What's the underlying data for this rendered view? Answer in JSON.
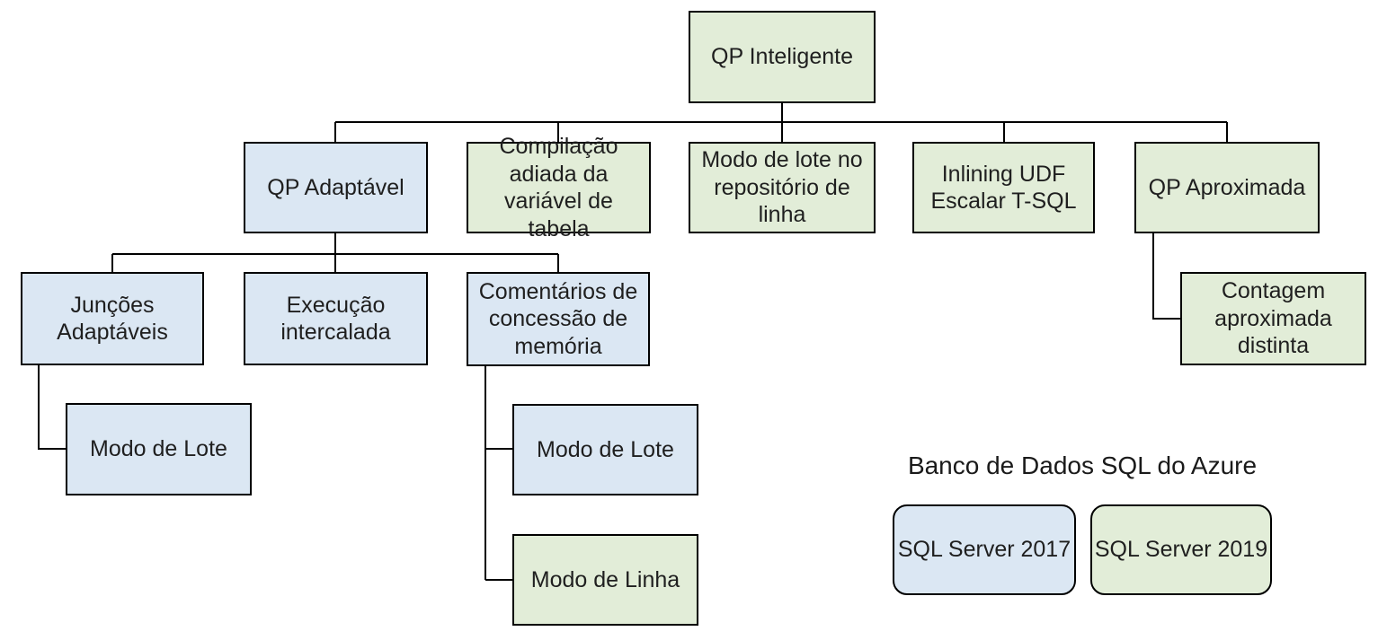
{
  "colors": {
    "green_sql2019": "#e2edd8",
    "blue_sql2017": "#dbe7f3",
    "border": "#000000"
  },
  "diagram": {
    "nodes": {
      "qp_inteligente": {
        "label": "QP Inteligente",
        "category": "SQL Server 2019"
      },
      "qp_adaptavel": {
        "label": "QP Adaptável",
        "category": "SQL Server 2017"
      },
      "compilacao": {
        "label": "Compilação adiada da variável de tabela",
        "category": "SQL Server 2019"
      },
      "modo_lote_repositorio": {
        "label": "Modo de lote no repositório de linha",
        "category": "SQL Server 2019"
      },
      "inlining_udf": {
        "label": "Inlining UDF Escalar T-SQL",
        "category": "SQL Server 2019"
      },
      "qp_aproximada": {
        "label": "QP Aproximada",
        "category": "SQL Server 2019"
      },
      "juncoes_adaptaveis": {
        "label": "Junções Adaptáveis",
        "category": "SQL Server 2017"
      },
      "execucao_intercalada": {
        "label": "Execução intercalada",
        "category": "SQL Server 2017"
      },
      "comentarios_memoria": {
        "label": "Comentários de concessão de memória",
        "category": "SQL Server 2017"
      },
      "modo_lote_juncoes": {
        "label": "Modo de Lote",
        "category": "SQL Server 2017"
      },
      "modo_lote_comentarios": {
        "label": "Modo de Lote",
        "category": "SQL Server 2017"
      },
      "modo_linha": {
        "label": "Modo de Linha",
        "category": "SQL Server 2019"
      },
      "contagem_distinta": {
        "label": "Contagem aproximada distinta",
        "category": "SQL Server 2019"
      }
    }
  },
  "legend": {
    "title": "Banco de Dados SQL do Azure",
    "items": [
      {
        "label": "SQL Server 2017",
        "color": "#dbe7f3"
      },
      {
        "label": "SQL Server 2019",
        "color": "#e2edd8"
      }
    ]
  }
}
